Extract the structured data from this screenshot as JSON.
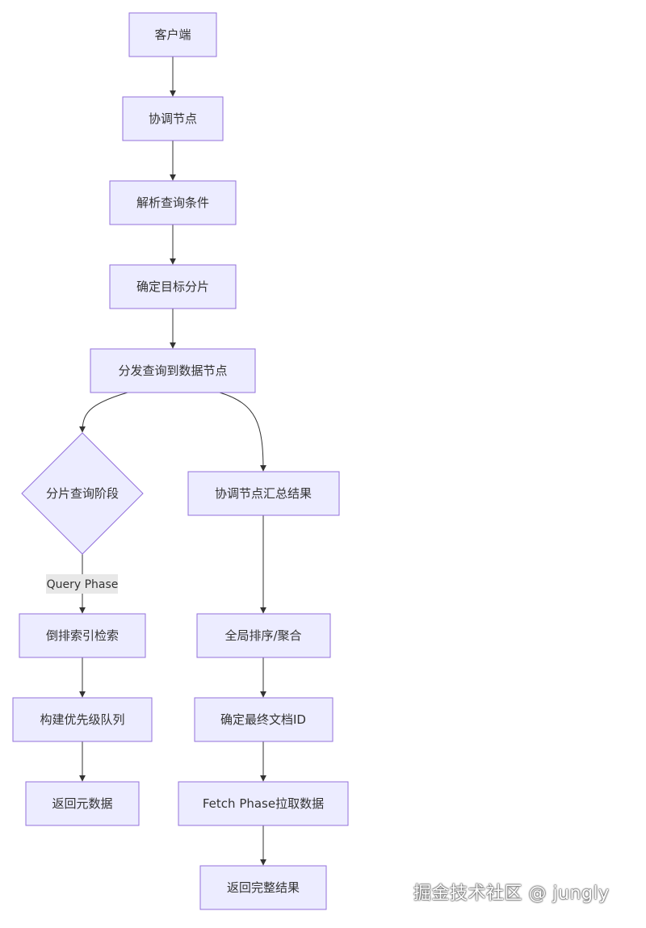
{
  "diagram": {
    "colors": {
      "node_fill": "#ECECFF",
      "node_stroke": "#9370DB",
      "edge": "#333333",
      "edge_label_bg": "#E8E8E8"
    },
    "nodes": {
      "client": "客户端",
      "coordinator": "协调节点",
      "parse_query": "解析查询条件",
      "target_shards": "确定目标分片",
      "dispatch": "分发查询到数据节点",
      "shard_query_phase": "分片查询阶段",
      "inverted_index": "倒排索引检索",
      "priority_queue": "构建优先级队列",
      "return_metadata": "返回元数据",
      "aggregate": "协调节点汇总结果",
      "global_sort": "全局排序/聚合",
      "final_doc_ids": "确定最终文档ID",
      "fetch_phase": "Fetch Phase拉取数据",
      "return_results": "返回完整结果"
    },
    "edge_labels": {
      "query_phase": "Query Phase"
    }
  },
  "watermark": "掘金技术社区 @ jungly"
}
